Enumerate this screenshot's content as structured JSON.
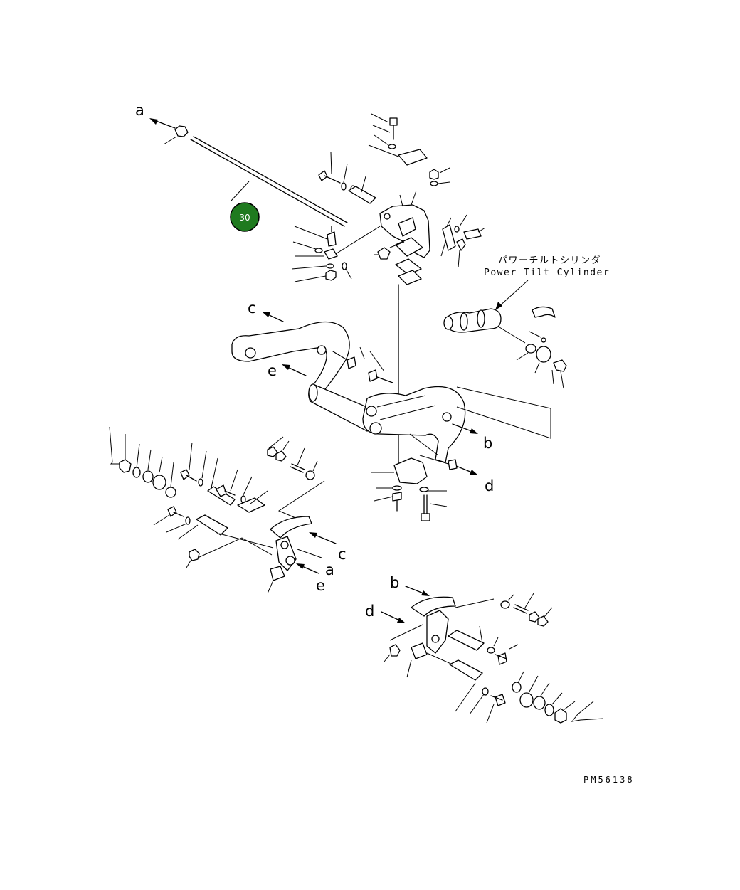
{
  "callout_letters": {
    "a_top": "a",
    "c_mid": "c",
    "e_mid": "e",
    "b_mid": "b",
    "d_mid": "d",
    "c_low": "c",
    "a_low": "a",
    "e_low": "e",
    "b_bot": "b",
    "d_bot": "d"
  },
  "cylinder_label": {
    "japanese": "パワーチルトシリンダ",
    "english": "Power Tilt Cylinder"
  },
  "part_badge": {
    "number": "30",
    "color": "#1f7a1f",
    "border_color": "#000000"
  },
  "drawing_code": "PM56138"
}
